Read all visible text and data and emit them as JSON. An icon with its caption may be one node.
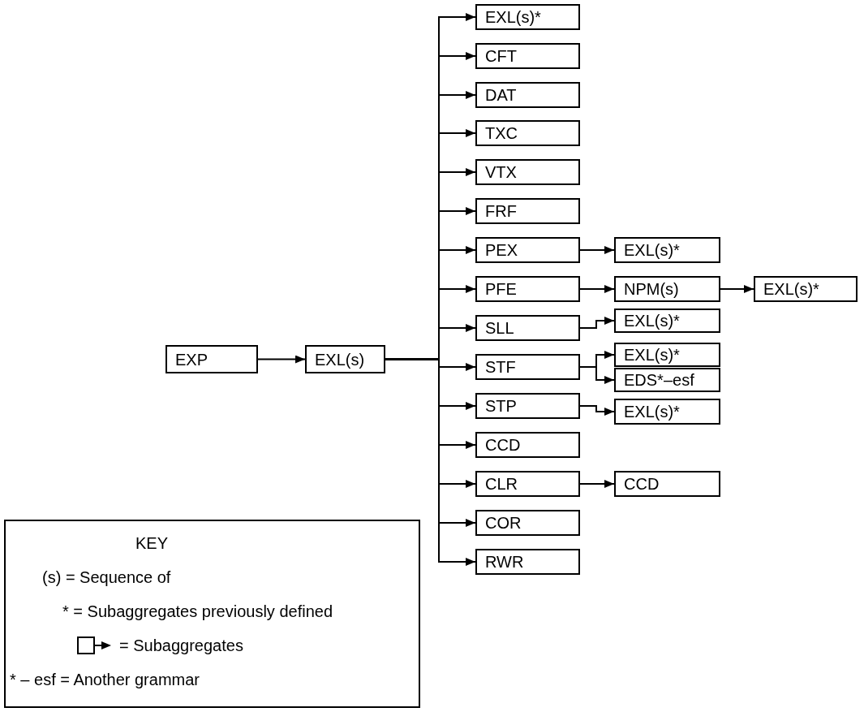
{
  "diagram": {
    "nodes": [
      {
        "text": [
          "EXP"
        ]
      },
      {
        "text": [
          "EXL(s)"
        ]
      },
      {
        "text": [
          "EXL(s)*"
        ]
      },
      {
        "text": [
          "CFT"
        ]
      },
      {
        "text": [
          "DAT"
        ]
      },
      {
        "text": [
          "TXC"
        ]
      },
      {
        "text": [
          "VTX"
        ]
      },
      {
        "text": [
          "FRF"
        ]
      },
      {
        "text": [
          "PEX"
        ]
      },
      {
        "text": [
          "EXL(s)*"
        ]
      },
      {
        "text": [
          "PFE"
        ]
      },
      {
        "text": [
          "NPM(s)"
        ]
      },
      {
        "text": [
          "EXL(s)*"
        ]
      },
      {
        "text": [
          "SLL"
        ]
      },
      {
        "text": [
          "EXL(s)*"
        ]
      },
      {
        "text": [
          "STF"
        ]
      },
      {
        "text": [
          "EXL(s)*"
        ]
      },
      {
        "text": [
          "EDS*–esf"
        ]
      },
      {
        "text": [
          "STP"
        ]
      },
      {
        "text": [
          "EXL(s)*"
        ]
      },
      {
        "text": [
          "CCD"
        ]
      },
      {
        "text": [
          "CLR"
        ]
      },
      {
        "text": [
          "CCD"
        ]
      },
      {
        "text": [
          "COR"
        ]
      },
      {
        "text": [
          "RWR"
        ]
      }
    ],
    "edges": [
      {
        "from": 0,
        "to": 1,
        "arrow": "to"
      },
      {
        "from": 1,
        "to": 2,
        "arrow": "to"
      },
      {
        "from": 1,
        "to": 3,
        "arrow": "to"
      },
      {
        "from": 1,
        "to": 4,
        "arrow": "to"
      },
      {
        "from": 1,
        "to": 5,
        "arrow": "to"
      },
      {
        "from": 1,
        "to": 6,
        "arrow": "to"
      },
      {
        "from": 1,
        "to": 7,
        "arrow": "to"
      },
      {
        "from": 1,
        "to": 8,
        "arrow": "to"
      },
      {
        "from": 1,
        "to": 10,
        "arrow": "to"
      },
      {
        "from": 1,
        "to": 13,
        "arrow": "to"
      },
      {
        "from": 1,
        "to": 15,
        "arrow": "to"
      },
      {
        "from": 1,
        "to": 18,
        "arrow": "to"
      },
      {
        "from": 1,
        "to": 20,
        "arrow": "to"
      },
      {
        "from": 1,
        "to": 21,
        "arrow": "to"
      },
      {
        "from": 1,
        "to": 23,
        "arrow": "to"
      },
      {
        "from": 1,
        "to": 24,
        "arrow": "to"
      },
      {
        "from": 8,
        "to": 9,
        "arrow": "to"
      },
      {
        "from": 10,
        "to": 11,
        "arrow": "to"
      },
      {
        "from": 11,
        "to": 12,
        "arrow": "to"
      },
      {
        "from": 13,
        "to": 14,
        "arrow": "to"
      },
      {
        "from": 15,
        "to": 16,
        "arrow": "to"
      },
      {
        "from": 15,
        "to": 17,
        "arrow": "to"
      },
      {
        "from": 18,
        "to": 19,
        "arrow": "to"
      },
      {
        "from": 21,
        "to": 22,
        "arrow": "to"
      }
    ],
    "labels": [
      "KEY"
    ],
    "legend": [
      {
        "text": "(s) = Sequence of"
      },
      {
        "text": "* = Subaggregates previously defined"
      },
      {
        "text": "= Subaggregates"
      },
      {
        "text": "* – esf = Another grammar"
      }
    ]
  }
}
